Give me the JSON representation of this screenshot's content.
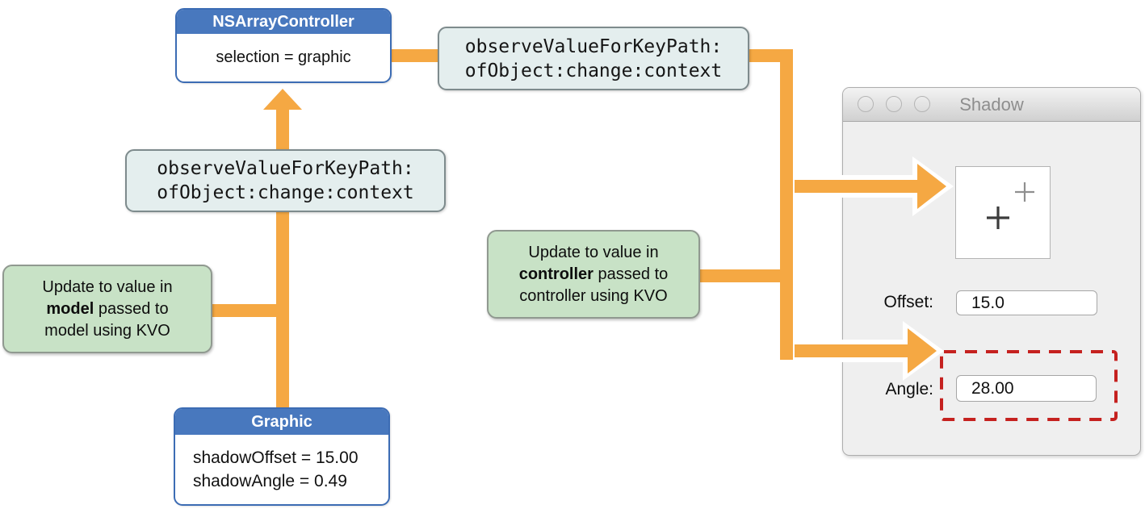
{
  "diagram": {
    "nsarray_controller": {
      "title": "NSArrayController",
      "detail": "selection = graphic"
    },
    "observe_top": {
      "line1": "observeValueForKeyPath:",
      "line2": "ofObject:change:context"
    },
    "observe_left": {
      "line1": "observeValueForKeyPath:",
      "line2": "ofObject:change:context"
    },
    "note_model": {
      "line1": "Update to value in",
      "bold": "model",
      "line2_rest": " passed to",
      "line3": "model using KVO"
    },
    "note_controller": {
      "line1": "Update to value in",
      "bold": "controller",
      "line2_rest": " passed to",
      "line3": "controller using KVO"
    },
    "graphic": {
      "title": "Graphic",
      "line1": "shadowOffset = 15.00",
      "line2": "shadowAngle = 0.49"
    }
  },
  "window": {
    "title": "Shadow",
    "fields": [
      {
        "label": "Offset:",
        "value": "15.0"
      },
      {
        "label": "Angle:",
        "value": "28.00"
      }
    ]
  },
  "colors": {
    "arrow-orange": "#F5A843",
    "box-blue": "#4878BE",
    "box-blue-border": "#3C6CB4",
    "code-bg": "#E4EEEE",
    "code-border": "#7E8B8D",
    "note-green": "#C8E2C6",
    "note-border": "#909990",
    "highlight-red": "#C5211F",
    "window-bg": "#EFEFEF",
    "titlebar-text": "#8E8E8E"
  }
}
